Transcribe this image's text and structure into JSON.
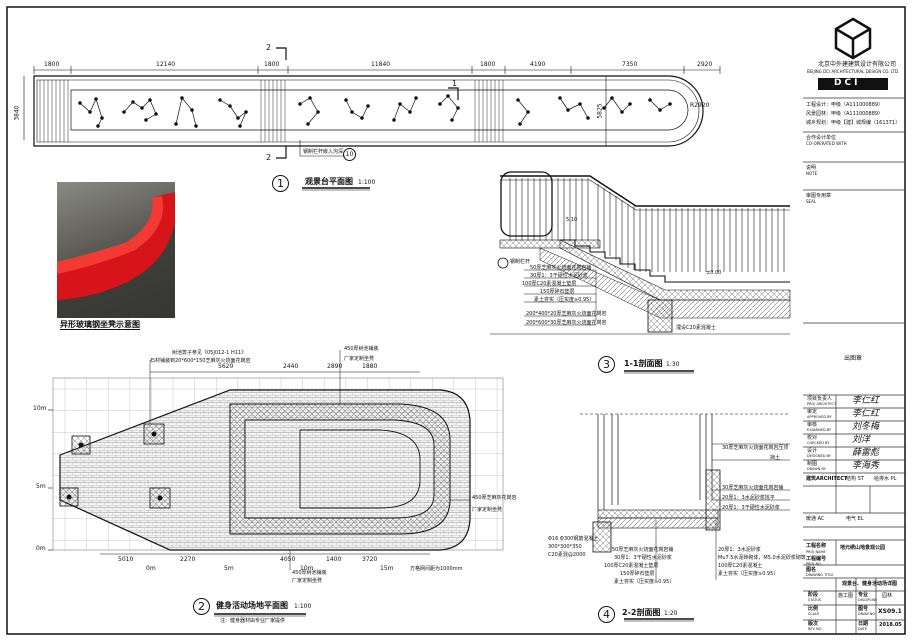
{
  "company": {
    "name_cn": "北京中外建建筑设计有限公司",
    "name_en": "BEIJING DCI ARCHITECTURAL DESIGN CO. LTD.",
    "logo_text": "DCI",
    "qualifications": [
      "工程设计：甲级（A111000889）",
      "风景园林：甲级（A111000889）",
      "城乡规划：甲级【建】城规编（161371）"
    ],
    "cooperating_label": "合作设计单位",
    "cooperating_en": "CO-OPERATED WITH",
    "notes_label": "说明",
    "notes_en": "NOTE",
    "stamp_label": "审图专用章",
    "stamp_en": "SEAL",
    "seal_label": "出图章"
  },
  "signoff": [
    {
      "role": "项目负责人",
      "en": "PROJ ARCHITECT",
      "sig": "李仁红"
    },
    {
      "role": "审定",
      "en": "APPROVED BY",
      "sig": "李仁红"
    },
    {
      "role": "审核",
      "en": "EXAMINED BY",
      "sig": "刘冬梅"
    },
    {
      "role": "校对",
      "en": "CHECKED BY",
      "sig": "刘洋"
    },
    {
      "role": "设计",
      "en": "DESIGNED BY",
      "sig": "薛雷彪"
    },
    {
      "role": "制图",
      "en": "DRAWN BY",
      "sig": "李海秀"
    }
  ],
  "disciplines": {
    "arch": "建筑ARCHITECT",
    "struct": "结构 ST",
    "plumb": "给排水 PL",
    "hvac": "暖通 AC",
    "elec": "电气 EL"
  },
  "project": {
    "name_label": "工程名称",
    "name_en": "PROJ NAME",
    "name": "地元绣山地景观公园",
    "no_label": "工程编号",
    "no_en": "PROJ NO",
    "drawing_label": "图名",
    "drawing_en": "DRAWING TITLE",
    "drawing_title": "观景台、健身活动场详图",
    "status_label": "阶段",
    "status_en": "STATUS",
    "status": "施工图",
    "discipline_label": "专业",
    "discipline_en": "DISCIPLINE",
    "discipline": "园林",
    "scale_label": "比例",
    "scale_en": "SCALE",
    "drawing_no_label": "图号",
    "drawing_no_en": "DRAW NO",
    "drawing_no": "XS09.1",
    "rev_label": "版次",
    "rev_en": "REV NO",
    "date_label": "日期",
    "date_en": "DATE",
    "date": "2018.05"
  },
  "plan1": {
    "index": "1",
    "title": "观景台平面图",
    "scale": "1:100",
    "dims": [
      "1800",
      "12140",
      "1800",
      "11840",
      "1800",
      "4190",
      "7350",
      "2920"
    ],
    "left_dim": "3840",
    "right_dim": "5825",
    "radius": "R2920",
    "section_mark": "2",
    "section_mark2": "1",
    "note": "钢制栏杆嵌入沟深",
    "detail_ref": "10"
  },
  "photo": {
    "caption": "异形玻璃钢坐凳示意图"
  },
  "section1": {
    "index": "3",
    "title": "1-1剖面图",
    "scale": "1:30",
    "callouts": [
      "50厚芝麻灰火烧面花岗岩铺",
      "30厚1：3干硬性水泥砂浆",
      "100厚C20素混凝土垫层",
      "150厚碎石垫层",
      "素土夯实（压实度≥0.95）",
      "200*400*20厚芝麻灰火烧面花岗岩",
      "200*600*30厚芝麻灰火烧面花岗岩"
    ],
    "rail_note": "钢制栏杆",
    "level": "±0.00",
    "level2": "5.10",
    "foot_note": "埋设C20素混凝土"
  },
  "plan2": {
    "index": "2",
    "title": "健身活动场地平面图",
    "scale": "1:100",
    "sub": "注：健身器材由专业厂家提供",
    "top_notes": [
      "树池箅子参见《05J012-1 H11》",
      "石材铺装到20*600*150芝麻灰火烧面花岗岩",
      "450厚树池铺装"
    ],
    "right_notes": [
      "450厚芝麻灰花岗岩",
      "厂家定制坐凳"
    ],
    "bottom_notes": [
      "450厚树池铺装",
      "厂家定制坐凳"
    ],
    "top_dims": [
      "5620",
      "2440",
      "2890",
      "1880"
    ],
    "bottom_dims": [
      "5010",
      "2270",
      "4050",
      "1400",
      "3720"
    ],
    "y_ticks": [
      "10m",
      "5m",
      "0m"
    ],
    "x_ticks": [
      "0m",
      "5m",
      "10m",
      "15m"
    ],
    "grid_note": "方格网间距为1000mm"
  },
  "section2": {
    "index": "4",
    "title": "2-2剖面图",
    "scale": "1:20",
    "right_notes": [
      "30厚芝麻灰火烧面花岗岩压顶",
      "挡土",
      "30厚芝麻灰火烧面花岗岩铺",
      "20厚1：3水泥砂浆找平",
      "20厚1：3干硬性水泥砂浆"
    ],
    "bottom_notes": [
      "50厚芝麻灰火烧面花岗岩铺",
      "30厚1：3干硬性水泥砂浆",
      "100厚C20素混凝土垫层",
      "150厚碎石垫层",
      "素土夯实（压实度≥0.95）"
    ],
    "bottom_right_notes": [
      "20厚1：3水泥砂浆",
      "Mu7.5水泥砖砌体，M5.0水泥砂浆砌筑",
      "100厚C20素混凝土",
      "素土夯实（压实度≥0.95）"
    ],
    "left_notes": [
      "Φ16 Φ300钢筋混凝土",
      "300*300*350",
      "C20素混@2000"
    ]
  }
}
